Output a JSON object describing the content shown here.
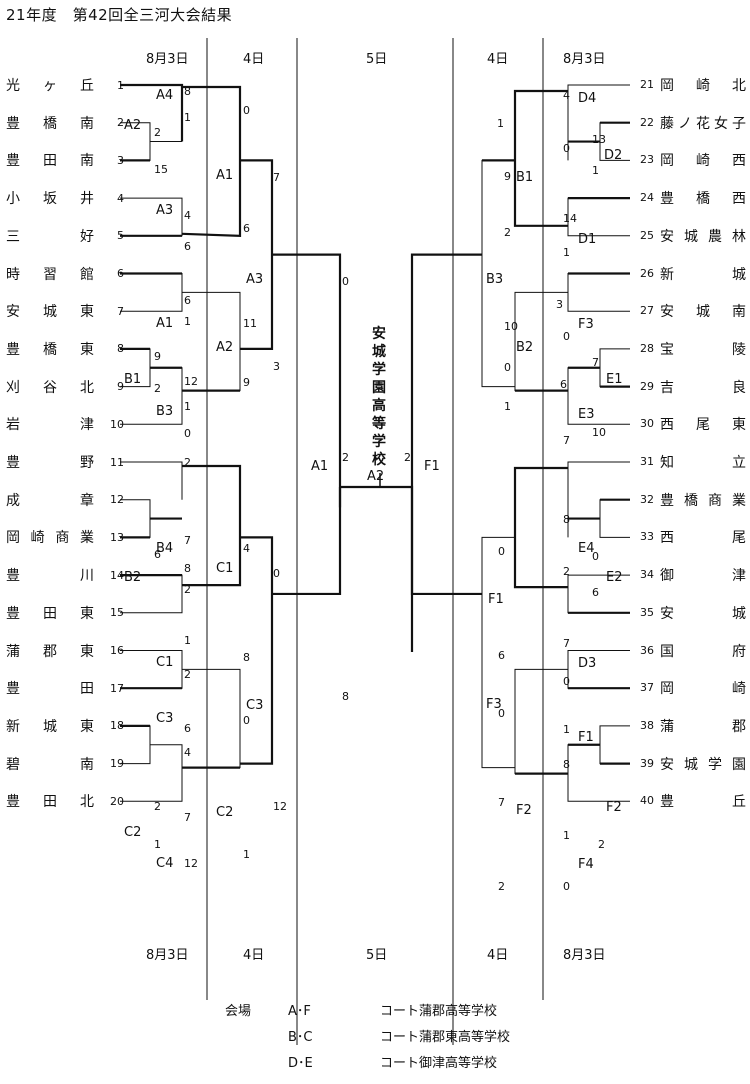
{
  "title": "21年度　第42回全三河大会結果",
  "col_heads": {
    "d1": "8月3日",
    "d2": "4日",
    "d3": "5日"
  },
  "left_teams": [
    {
      "name": "光ヶ丘",
      "no": "1"
    },
    {
      "name": "豊橋南",
      "no": "2"
    },
    {
      "name": "豊田南",
      "no": "3"
    },
    {
      "name": "小坂井",
      "no": "4"
    },
    {
      "name": "三好",
      "no": "5"
    },
    {
      "name": "時習館",
      "no": "6"
    },
    {
      "name": "安城東",
      "no": "7"
    },
    {
      "name": "豊橋東",
      "no": "8"
    },
    {
      "name": "刈谷北",
      "no": "9"
    },
    {
      "name": "岩津",
      "no": "10"
    },
    {
      "name": "豊野",
      "no": "11"
    },
    {
      "name": "成章",
      "no": "12"
    },
    {
      "name": "岡崎商業",
      "no": "13"
    },
    {
      "name": "豊川",
      "no": "14"
    },
    {
      "name": "豊田東",
      "no": "15"
    },
    {
      "name": "蒲郡東",
      "no": "16"
    },
    {
      "name": "豊田",
      "no": "17"
    },
    {
      "name": "新城東",
      "no": "18"
    },
    {
      "name": "碧南",
      "no": "19"
    },
    {
      "name": "豊田北",
      "no": "20"
    }
  ],
  "right_teams": [
    {
      "name": "岡崎北",
      "no": "21"
    },
    {
      "name": "藤ノ花女子",
      "no": "22"
    },
    {
      "name": "岡崎西",
      "no": "23"
    },
    {
      "name": "豊橋西",
      "no": "24"
    },
    {
      "name": "安城農林",
      "no": "25"
    },
    {
      "name": "新城",
      "no": "26"
    },
    {
      "name": "安城南",
      "no": "27"
    },
    {
      "name": "宝陵",
      "no": "28"
    },
    {
      "name": "吉良",
      "no": "29"
    },
    {
      "name": "西尾東",
      "no": "30"
    },
    {
      "name": "知立",
      "no": "31"
    },
    {
      "name": "豊橋商業",
      "no": "32"
    },
    {
      "name": "西尾",
      "no": "33"
    },
    {
      "name": "御津",
      "no": "34"
    },
    {
      "name": "安城",
      "no": "35"
    },
    {
      "name": "国府",
      "no": "36"
    },
    {
      "name": "岡崎",
      "no": "37"
    },
    {
      "name": "蒲郡",
      "no": "38"
    },
    {
      "name": "安城学園",
      "no": "39"
    },
    {
      "name": "豊丘",
      "no": "40"
    }
  ],
  "court_labels": [
    "A4",
    "A2",
    "A3",
    "A1",
    "B1",
    "B3",
    "B4",
    "B2",
    "C1",
    "C3",
    "C2",
    "C4",
    "A1",
    "A3",
    "A2",
    "C1",
    "C3",
    "C2",
    "A1",
    "A2",
    "F1",
    "D4",
    "D2",
    "D1",
    "F3",
    "E1",
    "E3",
    "E4",
    "E2",
    "D3",
    "F1",
    "F2",
    "F4",
    "B1",
    "B3",
    "B2",
    "F1",
    "F3",
    "F2"
  ],
  "scores": [
    "8",
    "2",
    "1",
    "15",
    "4",
    "6",
    "6",
    "1",
    "9",
    "2",
    "12",
    "1",
    "0",
    "2",
    "7",
    "6",
    "8",
    "2",
    "1",
    "2",
    "6",
    "4",
    "2",
    "1",
    "7",
    "12",
    "0",
    "6",
    "11",
    "9",
    "4",
    "8",
    "0",
    "1",
    "7",
    "3",
    "0",
    "12",
    "0",
    "8",
    "2",
    "2",
    "4",
    "0",
    "13",
    "1",
    "1",
    "9",
    "2",
    "14",
    "1",
    "3",
    "0",
    "10",
    "0",
    "7",
    "10",
    "6",
    "1",
    "7",
    "8",
    "0",
    "2",
    "6",
    "7",
    "0",
    "0",
    "6",
    "1",
    "8",
    "0",
    "7",
    "1",
    "2",
    "0",
    "2"
  ],
  "winner": "安城学園高等学校",
  "venues": {
    "label": "会場",
    "rows": [
      {
        "groups": "A･F",
        "court": "コート蒲郡高等学校"
      },
      {
        "groups": "B･C",
        "court": "コート蒲郡東高等学校"
      },
      {
        "groups": "D･E",
        "court": "コート御津高等学校"
      }
    ]
  }
}
